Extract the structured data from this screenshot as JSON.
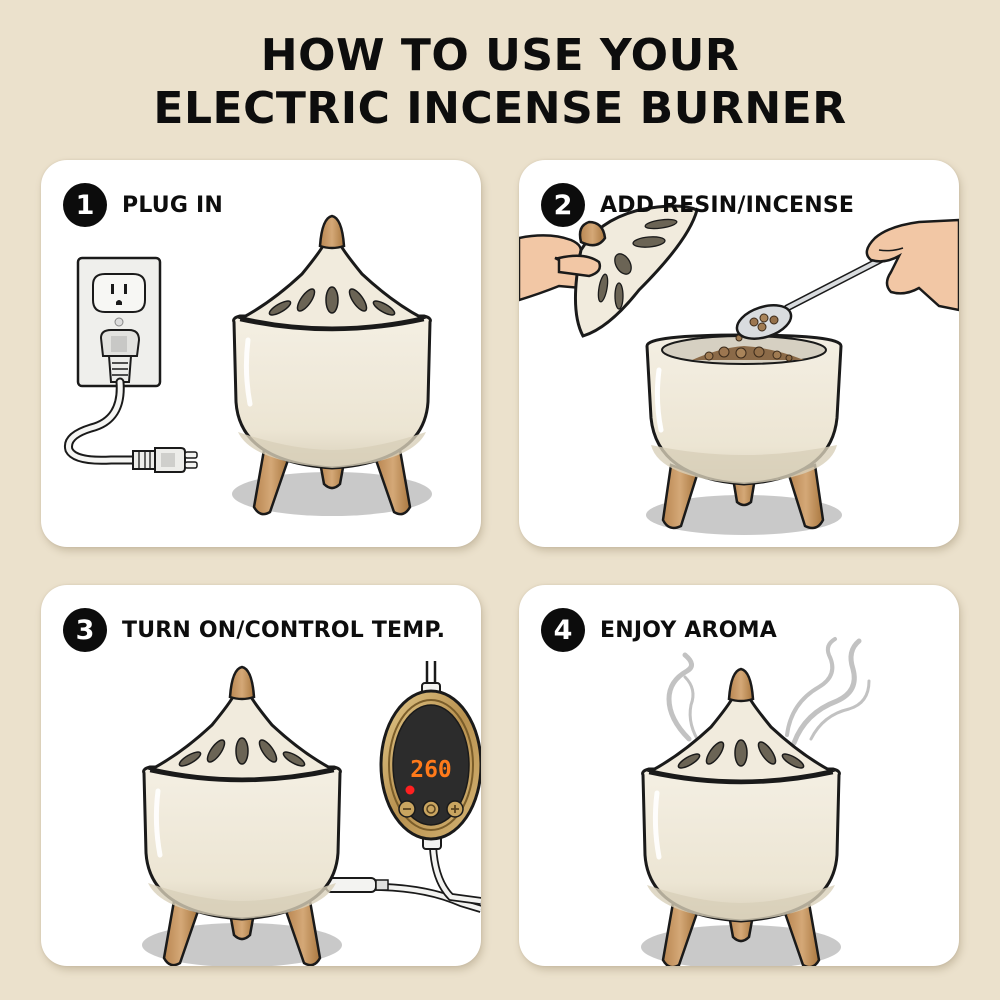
{
  "header": {
    "title_line1": "HOW TO USE YOUR",
    "title_line2": "ELECTRIC INCENSE BURNER"
  },
  "colors": {
    "background": "#ebe1cc",
    "card": "#ffffff",
    "badge": "#0c0c0c",
    "ceramic": "#efe9da",
    "wood": "#c99a66",
    "controller_gold": "#c8a767",
    "display_digits": "#ff7a1a",
    "indicator_led": "#ff2020",
    "smoke": "#bdbdbd"
  },
  "steps": [
    {
      "number": "1",
      "label": "PLUG IN",
      "illustration": "wall-outlet-plug-and-burner"
    },
    {
      "number": "2",
      "label": "ADD RESIN/INCENSE",
      "illustration": "hands-lifting-lid-spooning-resin"
    },
    {
      "number": "3",
      "label": "TURN ON/CONTROL TEMP.",
      "illustration": "burner-with-temperature-controller",
      "controller": {
        "display_value": "260",
        "buttons": [
          "minus",
          "power",
          "plus"
        ]
      }
    },
    {
      "number": "4",
      "label": "ENJOY AROMA",
      "illustration": "burner-with-rising-smoke"
    }
  ]
}
